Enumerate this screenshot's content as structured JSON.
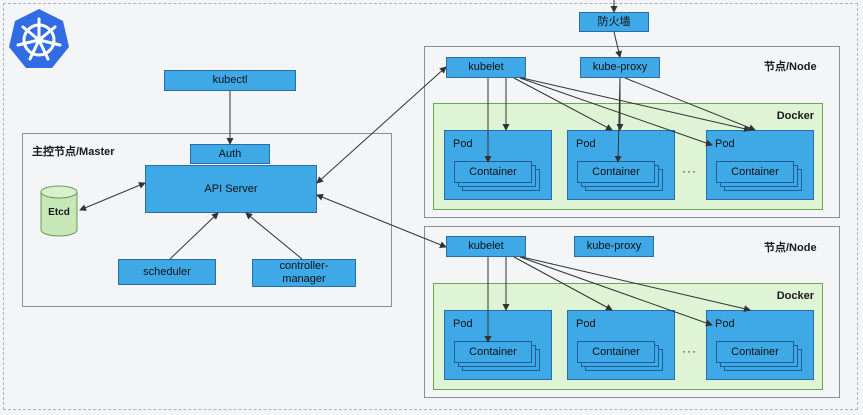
{
  "firewall": "防火墙",
  "kubectl": "kubectl",
  "master": {
    "label": "主控节点/Master",
    "auth": "Auth",
    "api_server": "API Server",
    "etcd": "Etcd",
    "scheduler": "scheduler",
    "controller_manager": "controller-\nmanager"
  },
  "nodes": [
    {
      "label": "节点/Node",
      "kubelet": "kubelet",
      "kube_proxy": "kube-proxy",
      "docker": "Docker",
      "pods": [
        {
          "label": "Pod",
          "container": "Container"
        },
        {
          "label": "Pod",
          "container": "Container"
        },
        {
          "label": "Pod",
          "container": "Container"
        }
      ],
      "ellipsis": "···"
    },
    {
      "label": "节点/Node",
      "kubelet": "kubelet",
      "kube_proxy": "kube-proxy",
      "docker": "Docker",
      "pods": [
        {
          "label": "Pod",
          "container": "Container"
        },
        {
          "label": "Pod",
          "container": "Container"
        },
        {
          "label": "Pod",
          "container": "Container"
        }
      ],
      "ellipsis": "···"
    }
  ],
  "colors": {
    "component": "#3fa9e8",
    "docker_bg": "#dff3d5",
    "etcd": "#c7e7b7",
    "logo": "#326ce5"
  }
}
